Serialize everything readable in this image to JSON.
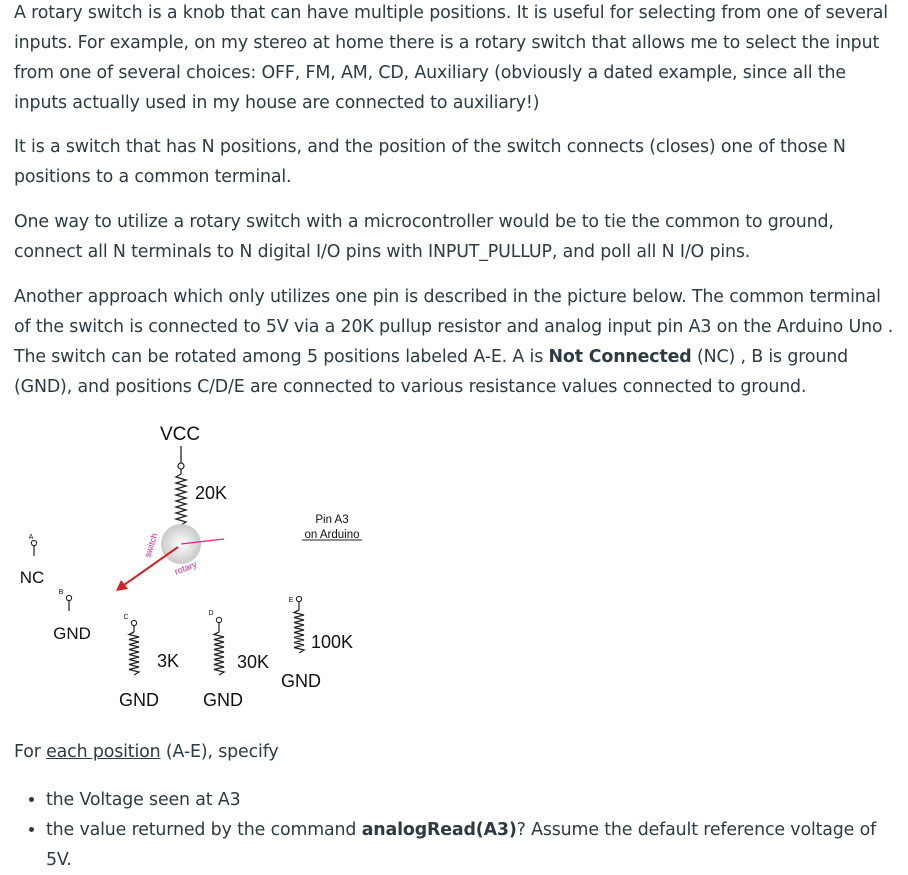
{
  "paragraphs": {
    "p1": "A rotary switch is a knob that can have multiple positions. It is useful for selecting from one of several inputs. For example, on my stereo at home there is a rotary switch that allows me to select the input from one of several choices: OFF, FM, AM, CD, Auxiliary (obviously a dated example, since all the inputs actually used in my house are connected to auxiliary!)",
    "p2": "It is a switch that has N positions, and the position of the switch connects (closes) one of those N positions to a common terminal.",
    "p3": "One way to utilize a rotary switch with a microcontroller would be to tie the common to ground, connect all N terminals to N digital I/O pins with INPUT_PULLUP, and poll all N I/O pins.",
    "p4": {
      "part1": "Another approach which only utilizes one pin is described in the picture below. The common terminal of the switch is connected to 5V via a 20K pullup resistor and analog input pin A3 on the Arduino Uno . The switch can be rotated among 5 positions labeled A-E. A is ",
      "bold": "Not Connected",
      "part2": " (NC) , B is ground (GND), and positions C/D/E are connected to various resistance values connected to ground."
    }
  },
  "diagram": {
    "vcc": "VCC",
    "r_pullup": "20K",
    "pin_line1": "Pin A3",
    "pin_line2": "on Arduino",
    "switch_label": "switch",
    "rotary_label": "rotary",
    "pos_a": "A",
    "pos_a_label": "NC",
    "pos_b": "B",
    "pos_b_label": "GND",
    "pos_c": "C",
    "pos_c_res": "3K",
    "pos_c_gnd": "GND",
    "pos_d": "D",
    "pos_d_res": "30K",
    "pos_d_gnd": "GND",
    "pos_e": "E",
    "pos_e_res": "100K",
    "pos_e_gnd": "GND"
  },
  "question": {
    "prefix": "For ",
    "underlined": "each position",
    "suffix": " (A-E), specify"
  },
  "bullets": {
    "b1": "the Voltage seen at A3",
    "b2_pre": "the value returned by the command ",
    "b2_bold": "analogRead(A3)",
    "b2_post": "? Assume the default reference voltage of 5V."
  }
}
